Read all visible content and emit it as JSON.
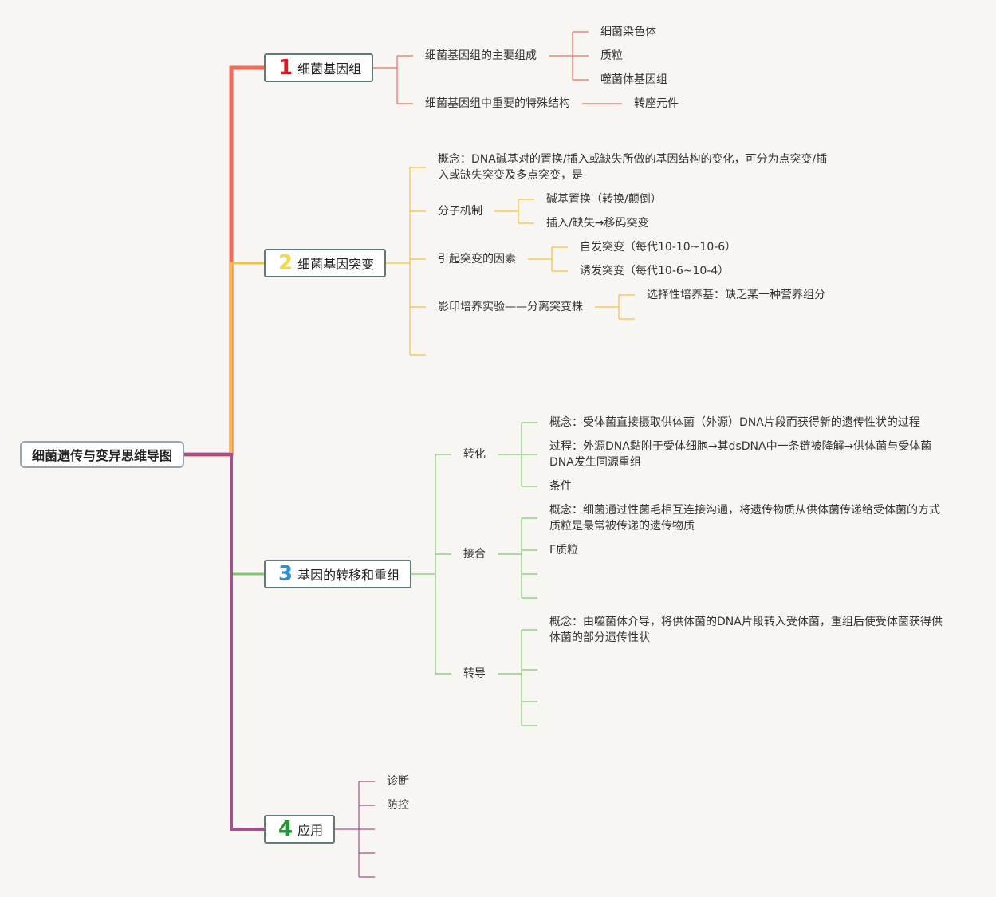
{
  "root": {
    "label": "细菌遗传与变异思维导图"
  },
  "colors": {
    "b1": "#f26b5a",
    "b2": "#f5c13d",
    "b3": "#7ec870",
    "b4": "#a3508a",
    "n1": "#d0202a",
    "n2": "#f0d848",
    "n3": "#2e8fd0",
    "n4": "#1f9a34"
  },
  "branches": [
    {
      "num": "1",
      "label": "细菌基因组",
      "children": [
        {
          "label": "细菌基因组的主要组成",
          "children": [
            "细菌染色体",
            "质粒",
            "噬菌体基因组"
          ]
        },
        {
          "label": "细菌基因组中重要的特殊结构",
          "children": [
            "转座元件"
          ]
        }
      ]
    },
    {
      "num": "2",
      "label": "细菌基因突变",
      "children": [
        {
          "label": "概念：DNA碱基对的置换/插入或缺失所做的基因结构的变化，可分为点突变/插入或缺失突变及多点突变，是"
        },
        {
          "label": "分子机制",
          "children": [
            "碱基置换（转换/颠倒）",
            "插入/缺失→移码突变"
          ]
        },
        {
          "label": "引起突变的因素",
          "children": [
            "自发突变（每代10-10~10-6）",
            "诱发突变（每代10-6~10-4）"
          ]
        },
        {
          "label": "影印培养实验——分离突变株",
          "children": [
            "选择性培养基：缺乏某一种营养组分"
          ]
        }
      ]
    },
    {
      "num": "3",
      "label": "基因的转移和重组",
      "children": [
        {
          "label": "转化",
          "children": [
            "概念：受体菌直接摄取供体菌（外源）DNA片段而获得新的遗传性状的过程",
            "过程：外源DNA黏附于受体细胞→其dsDNA中一条链被降解→供体菌与受体菌DNA发生同源重组",
            "条件"
          ]
        },
        {
          "label": "接合",
          "children": [
            "概念：细菌通过性菌毛相互连接沟通，将遗传物质从供体菌传递给受体菌的方式质粒是最常被传递的遗传物质",
            "F质粒"
          ]
        },
        {
          "label": "转导",
          "children": [
            "概念：由噬菌体介导，将供体菌的DNA片段转入受体菌，重组后使受体菌获得供体菌的部分遗传性状"
          ]
        }
      ]
    },
    {
      "num": "4",
      "label": "应用",
      "children": [
        {
          "label": "诊断"
        },
        {
          "label": "防控"
        }
      ]
    }
  ]
}
